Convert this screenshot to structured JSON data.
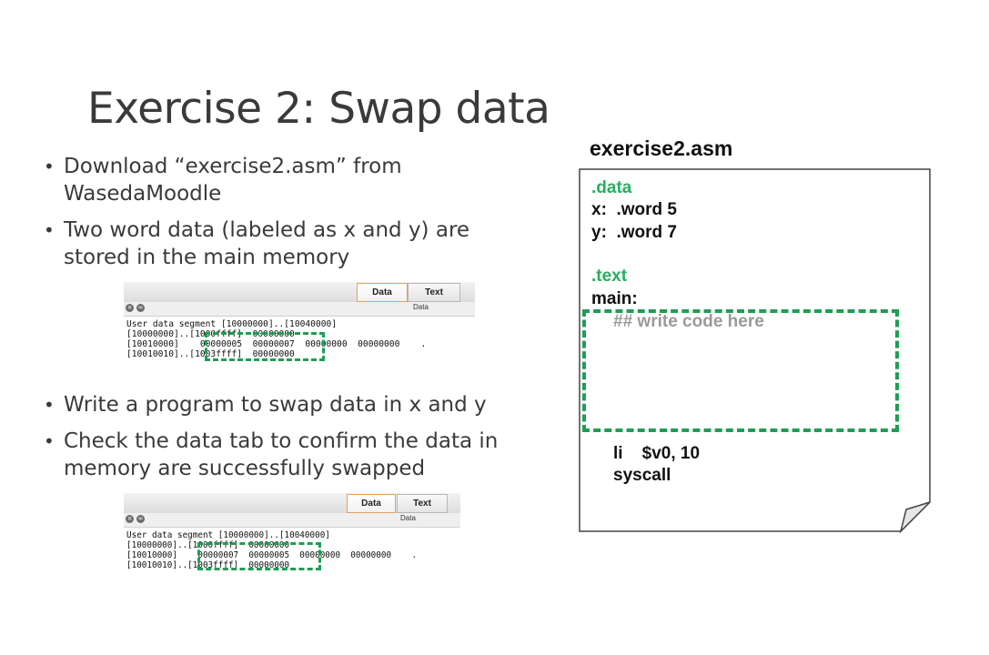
{
  "slide": {
    "title": "Exercise 2: Swap data",
    "bullets_top": [
      "Download “exercise2.asm” from\nWasedaMoodle",
      "Two word data (labeled as x and y) are\nstored in the main memory"
    ],
    "bullets_bottom": [
      "Write a program to swap data in x and y",
      "Check the data tab to confirm the data in\nmemory are successfully swapped"
    ],
    "bullet_glyph": "•"
  },
  "screenshot_before": {
    "tabs": [
      "Data",
      "Text"
    ],
    "active_tab": "Data",
    "sub_label": "Data",
    "lines": [
      "User data segment [10000000]..[10040000]",
      "[10000000]..[1000ffff]  00000000",
      "[10010000]    00000005  00000007  00000000  00000000    .",
      "[10010010]..[1003ffff]  00000000"
    ]
  },
  "screenshot_after": {
    "tabs": [
      "Data",
      "Text"
    ],
    "active_tab": "Data",
    "sub_label": "Data",
    "lines": [
      "User data segment [10000000]..[10040000]",
      "[10000000]..[1000ffff]  00000000",
      "[10010000]    00000007  00000005  00000000  00000000    .",
      "[10010010]..[1003ffff]  00000000"
    ]
  },
  "asm_file": {
    "filename": "exercise2.asm",
    "data_directive": ".data",
    "x_line": "x:  .word 5",
    "y_line": "y:  .word 7",
    "text_directive": ".text",
    "main_label": "main:",
    "placeholder_comment": "## write code here",
    "li_line": "li    $v0, 10",
    "syscall_line": "syscall"
  },
  "colors": {
    "highlight_green": "#1e9e55",
    "directive_green": "#27ae60",
    "comment_gray": "#9a9a9a"
  }
}
